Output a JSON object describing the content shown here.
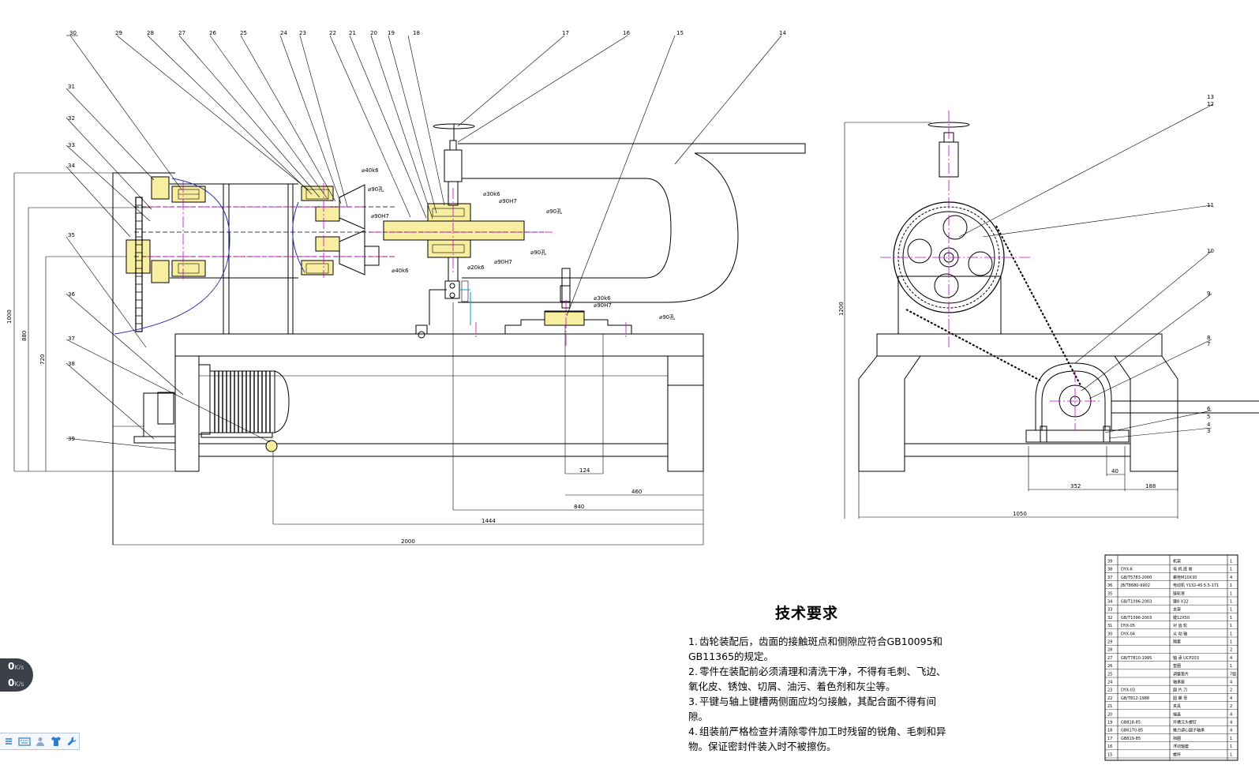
{
  "drawing": {
    "part_numbers": [
      "30",
      "29",
      "28",
      "27",
      "26",
      "25",
      "24",
      "23",
      "22",
      "21",
      "20",
      "19",
      "18",
      "17",
      "16",
      "15",
      "14",
      "31",
      "32",
      "33",
      "34",
      "35",
      "36",
      "37",
      "38",
      "39",
      "13",
      "12",
      "11",
      "10",
      "9",
      "8",
      "7",
      "6",
      "5",
      "4",
      "3"
    ],
    "callouts": {
      "d40k6_top": "⌀40k6",
      "d90_top": "⌀90孔",
      "d90H7_top": "⌀90H7",
      "d30k6": "⌀30k6",
      "d90H7_mid": "⌀90H7",
      "d90_mid": "⌀90孔",
      "d90_low": "⌀90孔",
      "d20k6": "⌀20k6",
      "d90H7_low": "⌀90H7",
      "d40k6_low": "⌀40k6",
      "d30k6_b": "⌀30k6",
      "d90H7_b": "⌀90H7",
      "d90_b": "⌀90孔"
    },
    "dimensions": {
      "d1000": "1000",
      "d880": "880",
      "d720": "720",
      "d124": "124",
      "d460": "460",
      "d840": "840",
      "d1444": "1444",
      "d2000": "2000",
      "d1200": "1200",
      "d1050": "1050",
      "d352": "352",
      "d40": "40",
      "d188": "188"
    }
  },
  "tech_requirements": {
    "title": "技术要求",
    "items": [
      {
        "num": "1.",
        "text": "齿轮装配后，齿面的接触斑点和侧隙应符合GB10095和GB11365的规定。"
      },
      {
        "num": "2.",
        "text": "零件在装配前必须清理和清洗干净，不得有毛刺、飞边、氧化皮、锈蚀、切屑、油污、着色剂和灰尘等。"
      },
      {
        "num": "3.",
        "text": "平键与轴上键槽两侧面应均匀接触，其配合面不得有间隙。"
      },
      {
        "num": "4.",
        "text": "组装前严格检查并清除零件加工时残留的锐角、毛刺和异物。保证密封件装入时不被擦伤。"
      }
    ]
  },
  "bom": {
    "rows": [
      {
        "no": "39",
        "code": "",
        "name": "机架",
        "qty": "1"
      },
      {
        "no": "38",
        "code": "DYX-6",
        "name": "电 机 底 板",
        "qty": "1"
      },
      {
        "no": "37",
        "code": "GB/T5783-2000",
        "name": "螺栓M10X30",
        "qty": "4"
      },
      {
        "no": "36",
        "code": "JB/T8680-9902",
        "name": "电动机 Y132-4S 5.5-171",
        "qty": "1"
      },
      {
        "no": "35",
        "code": "",
        "name": "链轮罩",
        "qty": "1"
      },
      {
        "no": "34",
        "code": "GB/T1096-2003",
        "name": "键8 X32",
        "qty": "1"
      },
      {
        "no": "33",
        "code": "",
        "name": "支架",
        "qty": "1"
      },
      {
        "no": "32",
        "code": "GB/T1096-2003",
        "name": "键12X50",
        "qty": "1"
      },
      {
        "no": "31",
        "code": "DYX-05",
        "name": "对 齿 轮",
        "qty": "1"
      },
      {
        "no": "30",
        "code": "DYX-04",
        "name": "从 动 轴",
        "qty": "1"
      },
      {
        "no": "29",
        "code": "",
        "name": "隔套",
        "qty": "1"
      },
      {
        "no": "28",
        "code": "",
        "name": "",
        "qty": "2"
      },
      {
        "no": "27",
        "code": "GB/T7810-1995",
        "name": "轴 承 UCP203",
        "qty": "4"
      },
      {
        "no": "26",
        "code": "",
        "name": "垫圈",
        "qty": "1"
      },
      {
        "no": "25",
        "code": "",
        "name": "调整垫片",
        "qty": "7组"
      },
      {
        "no": "24",
        "code": "",
        "name": "轴承座",
        "qty": "4"
      },
      {
        "no": "23",
        "code": "DYX-03",
        "name": "圆 片 刀",
        "qty": "2"
      },
      {
        "no": "22",
        "code": "GB/T812-1988",
        "name": "圆 螺 母",
        "qty": "4"
      },
      {
        "no": "21",
        "code": "",
        "name": "夹具",
        "qty": "2"
      },
      {
        "no": "20",
        "code": "",
        "name": "端盖",
        "qty": "4"
      },
      {
        "no": "19",
        "code": "GB818-85",
        "name": "开槽沉头螺钉",
        "qty": "4"
      },
      {
        "no": "18",
        "code": "GB6170-85",
        "name": "推力调心圆子轴承",
        "qty": "4"
      },
      {
        "no": "17",
        "code": "GB819-85",
        "name": "挡圈",
        "qty": "1"
      },
      {
        "no": "16",
        "code": "",
        "name": "浮动轴套",
        "qty": "1"
      },
      {
        "no": "15",
        "code": "",
        "name": "螺杆",
        "qty": "1"
      }
    ]
  },
  "widget": {
    "up_value": "0",
    "up_unit": "K/s",
    "down_value": "0",
    "down_unit": "K/s"
  },
  "toolbar": {
    "icons": [
      "menu-icon",
      "keyboard-icon",
      "user-icon",
      "shirt-icon",
      "wrench-icon"
    ]
  }
}
